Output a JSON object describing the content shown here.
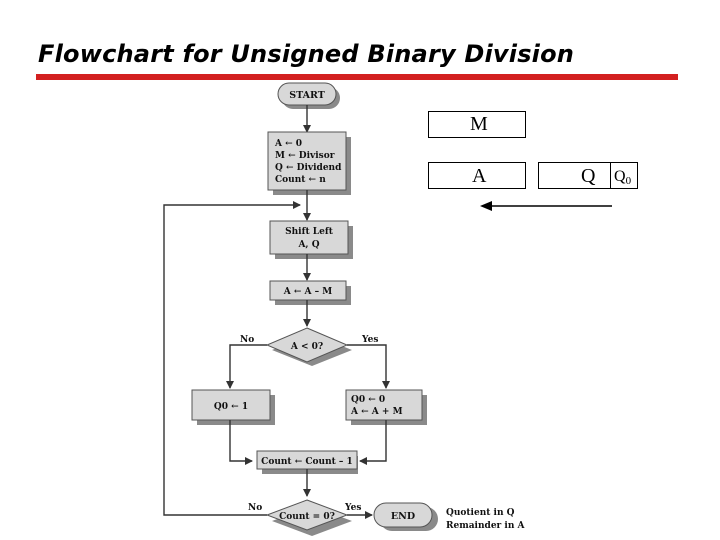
{
  "slide": {
    "title": "Flowchart for Unsigned Binary Division"
  },
  "registers": {
    "m_label": "M",
    "a_label": "A",
    "q_label": "Q",
    "q0_label": "Q",
    "q0_subscript": "0",
    "shift_direction": "left"
  },
  "flowchart": {
    "start": "START",
    "init_lines": [
      "A ← 0",
      "M ← Divisor",
      "Q ← Dividend",
      "Count ← n"
    ],
    "shift_lines": [
      "Shift Left",
      "A, Q"
    ],
    "subtract": "A ← A – M",
    "test_a": "A < 0?",
    "no_label": "No",
    "yes_label": "Yes",
    "q0_set": "Q0 ← 1",
    "restore_lines": [
      "Q0 ← 0",
      "A ← A + M"
    ],
    "decrement": "Count ← Count – 1",
    "test_count": "Count = 0?",
    "end": "END",
    "result_lines": [
      "Quotient in Q",
      "Remainder in A"
    ]
  }
}
